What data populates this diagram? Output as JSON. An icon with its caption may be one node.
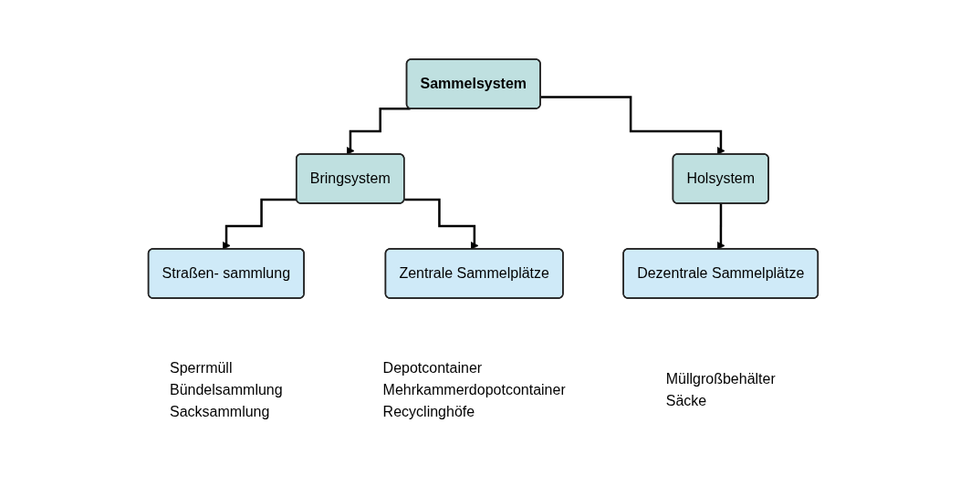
{
  "diagram": {
    "nodes": [
      {
        "text": [
          "Sammelsystem"
        ]
      },
      {
        "text": [
          "Bringsystem"
        ]
      },
      {
        "text": [
          "Holsystem"
        ]
      },
      {
        "text": [
          "Straßen- sammlung"
        ],
        "beside": [
          "Sperrmüll",
          "Bündelsammlung",
          "Sacksammlung"
        ]
      },
      {
        "text": [
          "Zentrale Sammelplätze"
        ],
        "beside": [
          "Depotcontainer",
          "Mehrkammerdopotcontainer",
          "Recyclinghöfe"
        ]
      },
      {
        "text": [
          "Dezentrale Sammelplätze"
        ],
        "beside": [
          "Müllgroßbehälter",
          "Säcke"
        ]
      }
    ],
    "edges": [
      {
        "from": 0,
        "to": 1,
        "arrow": "to"
      },
      {
        "from": 0,
        "to": 2,
        "arrow": "to"
      },
      {
        "from": 1,
        "to": 3,
        "arrow": "to"
      },
      {
        "from": 1,
        "to": 4,
        "arrow": "to"
      },
      {
        "from": 2,
        "to": 5,
        "arrow": "to"
      }
    ]
  }
}
